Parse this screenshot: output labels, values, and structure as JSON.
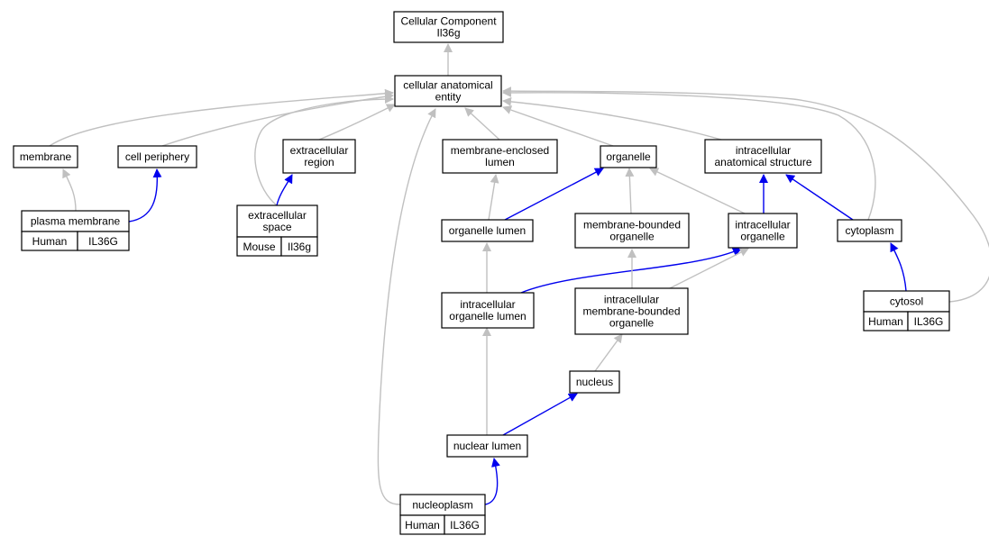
{
  "colors": {
    "gray_edge": "#c0c0c0",
    "blue_edge": "#0000ee",
    "human_fill": "#fa6148",
    "mouse_fill": "#acd8e5"
  },
  "nodes": {
    "root": {
      "lines": [
        "Cellular Component",
        "Il36g"
      ]
    },
    "cae": {
      "lines": [
        "cellular anatomical",
        "entity"
      ]
    },
    "membrane": {
      "lines": [
        "membrane"
      ]
    },
    "cell_periphery": {
      "lines": [
        "cell periphery"
      ]
    },
    "extracellular_region": {
      "lines": [
        "extracellular",
        "region"
      ]
    },
    "membrane_enclosed_lumen": {
      "lines": [
        "membrane-enclosed",
        "lumen"
      ]
    },
    "organelle": {
      "lines": [
        "organelle"
      ]
    },
    "intracellular_anatomical_structure": {
      "lines": [
        "intracellular",
        "anatomical structure"
      ]
    },
    "plasma_membrane": {
      "lines": [
        "plasma membrane"
      ],
      "annotations": [
        {
          "species": "Human",
          "gene": "IL36G"
        }
      ]
    },
    "extracellular_space": {
      "lines": [
        "extracellular",
        "space"
      ],
      "annotations": [
        {
          "species": "Mouse",
          "gene": "Il36g"
        }
      ]
    },
    "organelle_lumen": {
      "lines": [
        "organelle lumen"
      ]
    },
    "membrane_bounded_organelle": {
      "lines": [
        "membrane-bounded",
        "organelle"
      ]
    },
    "intracellular_organelle": {
      "lines": [
        "intracellular",
        "organelle"
      ]
    },
    "cytoplasm": {
      "lines": [
        "cytoplasm"
      ]
    },
    "intracellular_organelle_lumen": {
      "lines": [
        "intracellular",
        "organelle lumen"
      ]
    },
    "intracellular_mbo": {
      "lines": [
        "intracellular",
        "membrane-bounded",
        "organelle"
      ]
    },
    "cytosol": {
      "lines": [
        "cytosol"
      ],
      "annotations": [
        {
          "species": "Human",
          "gene": "IL36G"
        }
      ]
    },
    "nucleus": {
      "lines": [
        "nucleus"
      ]
    },
    "nuclear_lumen": {
      "lines": [
        "nuclear lumen"
      ]
    },
    "nucleoplasm": {
      "lines": [
        "nucleoplasm"
      ],
      "annotations": [
        {
          "species": "Human",
          "gene": "IL36G"
        }
      ]
    }
  },
  "edges": [
    {
      "from": "cae",
      "to": "root",
      "kind": "is_a"
    },
    {
      "from": "membrane",
      "to": "cae",
      "kind": "is_a"
    },
    {
      "from": "cell_periphery",
      "to": "cae",
      "kind": "is_a"
    },
    {
      "from": "extracellular_region",
      "to": "cae",
      "kind": "is_a"
    },
    {
      "from": "extracellular_space",
      "to": "cae",
      "kind": "is_a"
    },
    {
      "from": "membrane_enclosed_lumen",
      "to": "cae",
      "kind": "is_a"
    },
    {
      "from": "organelle",
      "to": "cae",
      "kind": "is_a"
    },
    {
      "from": "intracellular_anatomical_structure",
      "to": "cae",
      "kind": "is_a"
    },
    {
      "from": "cytoplasm",
      "to": "cae",
      "kind": "is_a"
    },
    {
      "from": "cytosol",
      "to": "cae",
      "kind": "is_a"
    },
    {
      "from": "nucleoplasm",
      "to": "cae",
      "kind": "is_a"
    },
    {
      "from": "plasma_membrane",
      "to": "membrane",
      "kind": "is_a"
    },
    {
      "from": "plasma_membrane",
      "to": "cell_periphery",
      "kind": "part_of"
    },
    {
      "from": "extracellular_space",
      "to": "extracellular_region",
      "kind": "part_of"
    },
    {
      "from": "organelle_lumen",
      "to": "membrane_enclosed_lumen",
      "kind": "is_a"
    },
    {
      "from": "organelle_lumen",
      "to": "organelle",
      "kind": "part_of"
    },
    {
      "from": "membrane_bounded_organelle",
      "to": "organelle",
      "kind": "is_a"
    },
    {
      "from": "intracellular_organelle",
      "to": "organelle",
      "kind": "is_a"
    },
    {
      "from": "intracellular_organelle",
      "to": "intracellular_anatomical_structure",
      "kind": "part_of"
    },
    {
      "from": "cytoplasm",
      "to": "intracellular_anatomical_structure",
      "kind": "part_of"
    },
    {
      "from": "intracellular_organelle_lumen",
      "to": "organelle_lumen",
      "kind": "is_a"
    },
    {
      "from": "intracellular_organelle_lumen",
      "to": "intracellular_organelle",
      "kind": "part_of"
    },
    {
      "from": "intracellular_mbo",
      "to": "membrane_bounded_organelle",
      "kind": "is_a"
    },
    {
      "from": "intracellular_mbo",
      "to": "intracellular_organelle",
      "kind": "is_a"
    },
    {
      "from": "cytosol",
      "to": "cytoplasm",
      "kind": "part_of"
    },
    {
      "from": "nucleus",
      "to": "intracellular_mbo",
      "kind": "is_a"
    },
    {
      "from": "nuclear_lumen",
      "to": "intracellular_organelle_lumen",
      "kind": "is_a"
    },
    {
      "from": "nuclear_lumen",
      "to": "nucleus",
      "kind": "part_of"
    },
    {
      "from": "nucleoplasm",
      "to": "nuclear_lumen",
      "kind": "part_of"
    }
  ]
}
